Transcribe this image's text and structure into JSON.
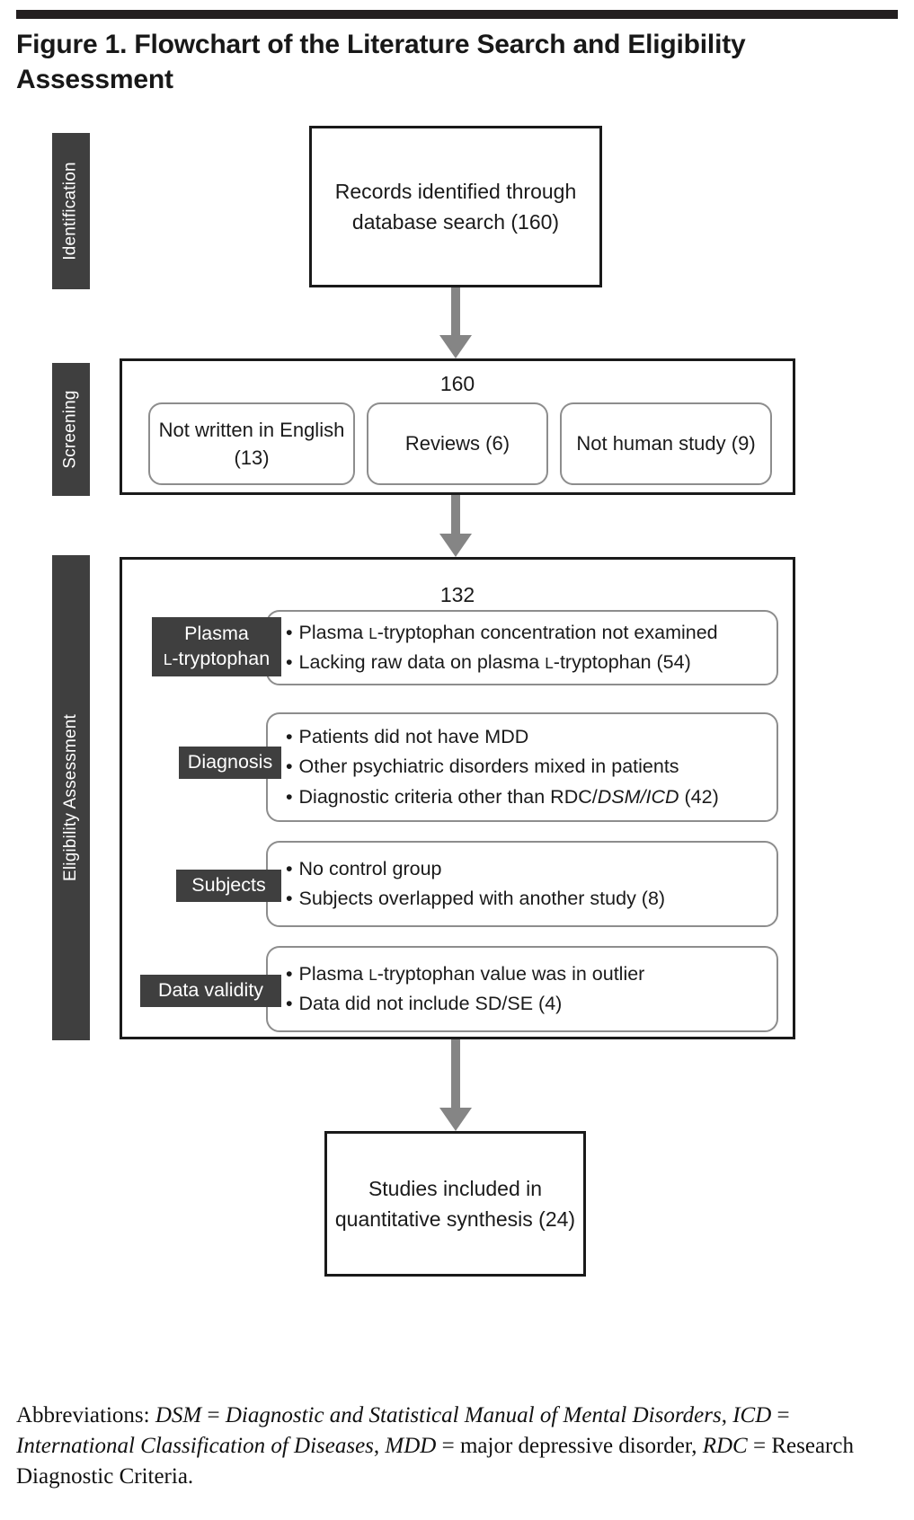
{
  "figure": {
    "title": "Figure 1. Flowchart of the Literature Search and Eligibility Assessment"
  },
  "colors": {
    "rule": "#231f20",
    "stage_label_bg": "#3f3f3f",
    "stage_label_text": "#ffffff",
    "arrow": "#858585",
    "box_border": "#1a1a1a",
    "round_box_border": "#8d8d8d",
    "page_bg": "#ffffff"
  },
  "stages": {
    "identification": "Identification",
    "screening": "Screening",
    "eligibility": "Eligibility Assessment"
  },
  "identification": {
    "box_text": "Records identified through database search (160)",
    "records_identified": 160
  },
  "screening": {
    "count": "160",
    "exclusions": [
      {
        "label": "Not written in English (13)",
        "n": 13
      },
      {
        "label": "Reviews (6)",
        "n": 6
      },
      {
        "label": "Not human study (9)",
        "n": 9
      }
    ]
  },
  "eligibility": {
    "count": "132",
    "criteria": [
      {
        "tag": "Plasma L-tryptophan",
        "tag_line_1": "Plasma",
        "tag_line_2": "L-tryptophan",
        "n": 54,
        "bullets": [
          {
            "pre": "Plasma ",
            "sc": "L",
            "post": "-tryptophan concentration not examined"
          },
          {
            "pre": "Lacking raw data on plasma ",
            "sc": "L",
            "post": "-tryptophan (54)"
          }
        ]
      },
      {
        "tag": "Diagnosis",
        "n": 42,
        "bullets": [
          {
            "pre": "Patients did not have MDD",
            "sc": "",
            "post": ""
          },
          {
            "pre": "Other psychiatric disorders mixed in patients",
            "sc": "",
            "post": ""
          },
          {
            "pre": "Diagnostic criteria other than RDC/",
            "italic": "DSM/ICD",
            "post": " (42)"
          }
        ]
      },
      {
        "tag": "Subjects",
        "n": 8,
        "bullets": [
          {
            "pre": "No control group",
            "sc": "",
            "post": ""
          },
          {
            "pre": "Subjects overlapped with another study (8)",
            "sc": "",
            "post": ""
          }
        ]
      },
      {
        "tag": "Data validity",
        "n": 4,
        "bullets": [
          {
            "pre": "Plasma ",
            "sc": "L",
            "post": "-tryptophan value was in outlier"
          },
          {
            "pre": "Data did not include SD/SE (4)",
            "sc": "",
            "post": ""
          }
        ]
      }
    ]
  },
  "included": {
    "box_text": "Studies included in quantitative synthesis (24)",
    "studies_included": 24
  },
  "abbreviations": {
    "prefix": "Abbreviations: ",
    "entries": [
      {
        "abbr": "DSM",
        "sep": " = ",
        "expansion": "Diagnostic and Statistical Manual of Mental Disorders",
        "italic": true,
        "trail": ", "
      },
      {
        "abbr": "ICD",
        "sep": " = ",
        "expansion": "International Classification of Diseases",
        "italic": true,
        "trail": ", "
      },
      {
        "abbr": "MDD",
        "sep": " = ",
        "expansion": "major depressive disorder",
        "italic": false,
        "trail": ", "
      },
      {
        "abbr": "RDC",
        "sep": " = ",
        "expansion": "Research Diagnostic Criteria",
        "italic": false,
        "trail": "."
      }
    ]
  }
}
